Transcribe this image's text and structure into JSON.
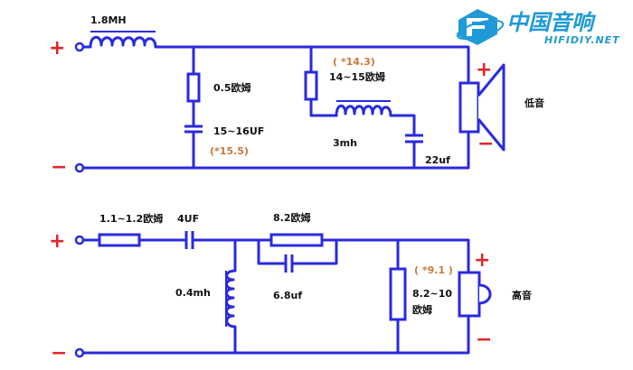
{
  "logo": {
    "brand_cn": "中国音响",
    "url": "HIFIDIY.NET"
  },
  "woofer_circuit": {
    "input_plus": "+",
    "input_minus": "−",
    "series_inductor": "1.8MH",
    "shunt_resistor": "0.5欧姆",
    "shunt_capacitor": "15~16UF",
    "shunt_capacitor_note": "(*15.5)",
    "notch_resistor_note": "( *14.3)",
    "notch_resistor": "14~15欧姆",
    "notch_inductor": "3mh",
    "notch_capacitor": "22uf",
    "speaker_plus": "+",
    "speaker_minus": "−",
    "speaker_label": "低音"
  },
  "tweeter_circuit": {
    "input_plus": "+",
    "input_minus": "−",
    "series_resistor": "1.1~1.2欧姆",
    "series_capacitor": "4UF",
    "shunt_inductor": "0.4mh",
    "parallel_resistor": "8.2欧姆",
    "parallel_capacitor": "6.8uf",
    "shunt_resistor_note": "( *9.1 )",
    "shunt_resistor_line1": "8.2~10",
    "shunt_resistor_line2": "欧姆",
    "speaker_plus": "+",
    "speaker_minus": "−",
    "speaker_label": "高音"
  }
}
